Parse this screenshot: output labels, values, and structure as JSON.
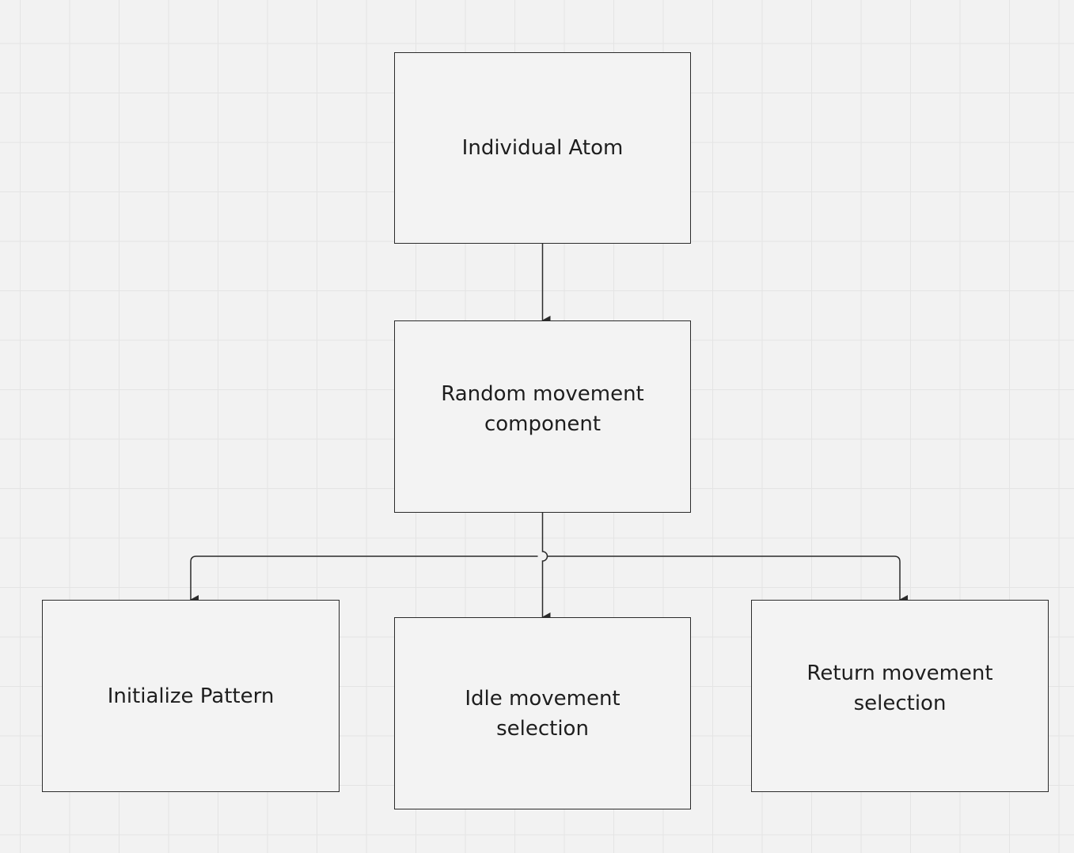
{
  "nodes": {
    "atom": {
      "label": "Individual Atom"
    },
    "random": {
      "label": "Random movement component"
    },
    "init": {
      "label": "Initialize Pattern"
    },
    "idle": {
      "label": "Idle movement selection"
    },
    "return": {
      "label": "Return movement selection"
    }
  },
  "edges": [
    {
      "from": "atom",
      "to": "random"
    },
    {
      "from": "random",
      "to": "init"
    },
    {
      "from": "random",
      "to": "idle"
    },
    {
      "from": "random",
      "to": "return"
    }
  ],
  "colors": {
    "stroke": "#2b2b2b",
    "text": "#1e1e1e",
    "background": "#f2f2f2",
    "grid": "#e4e4e4"
  }
}
